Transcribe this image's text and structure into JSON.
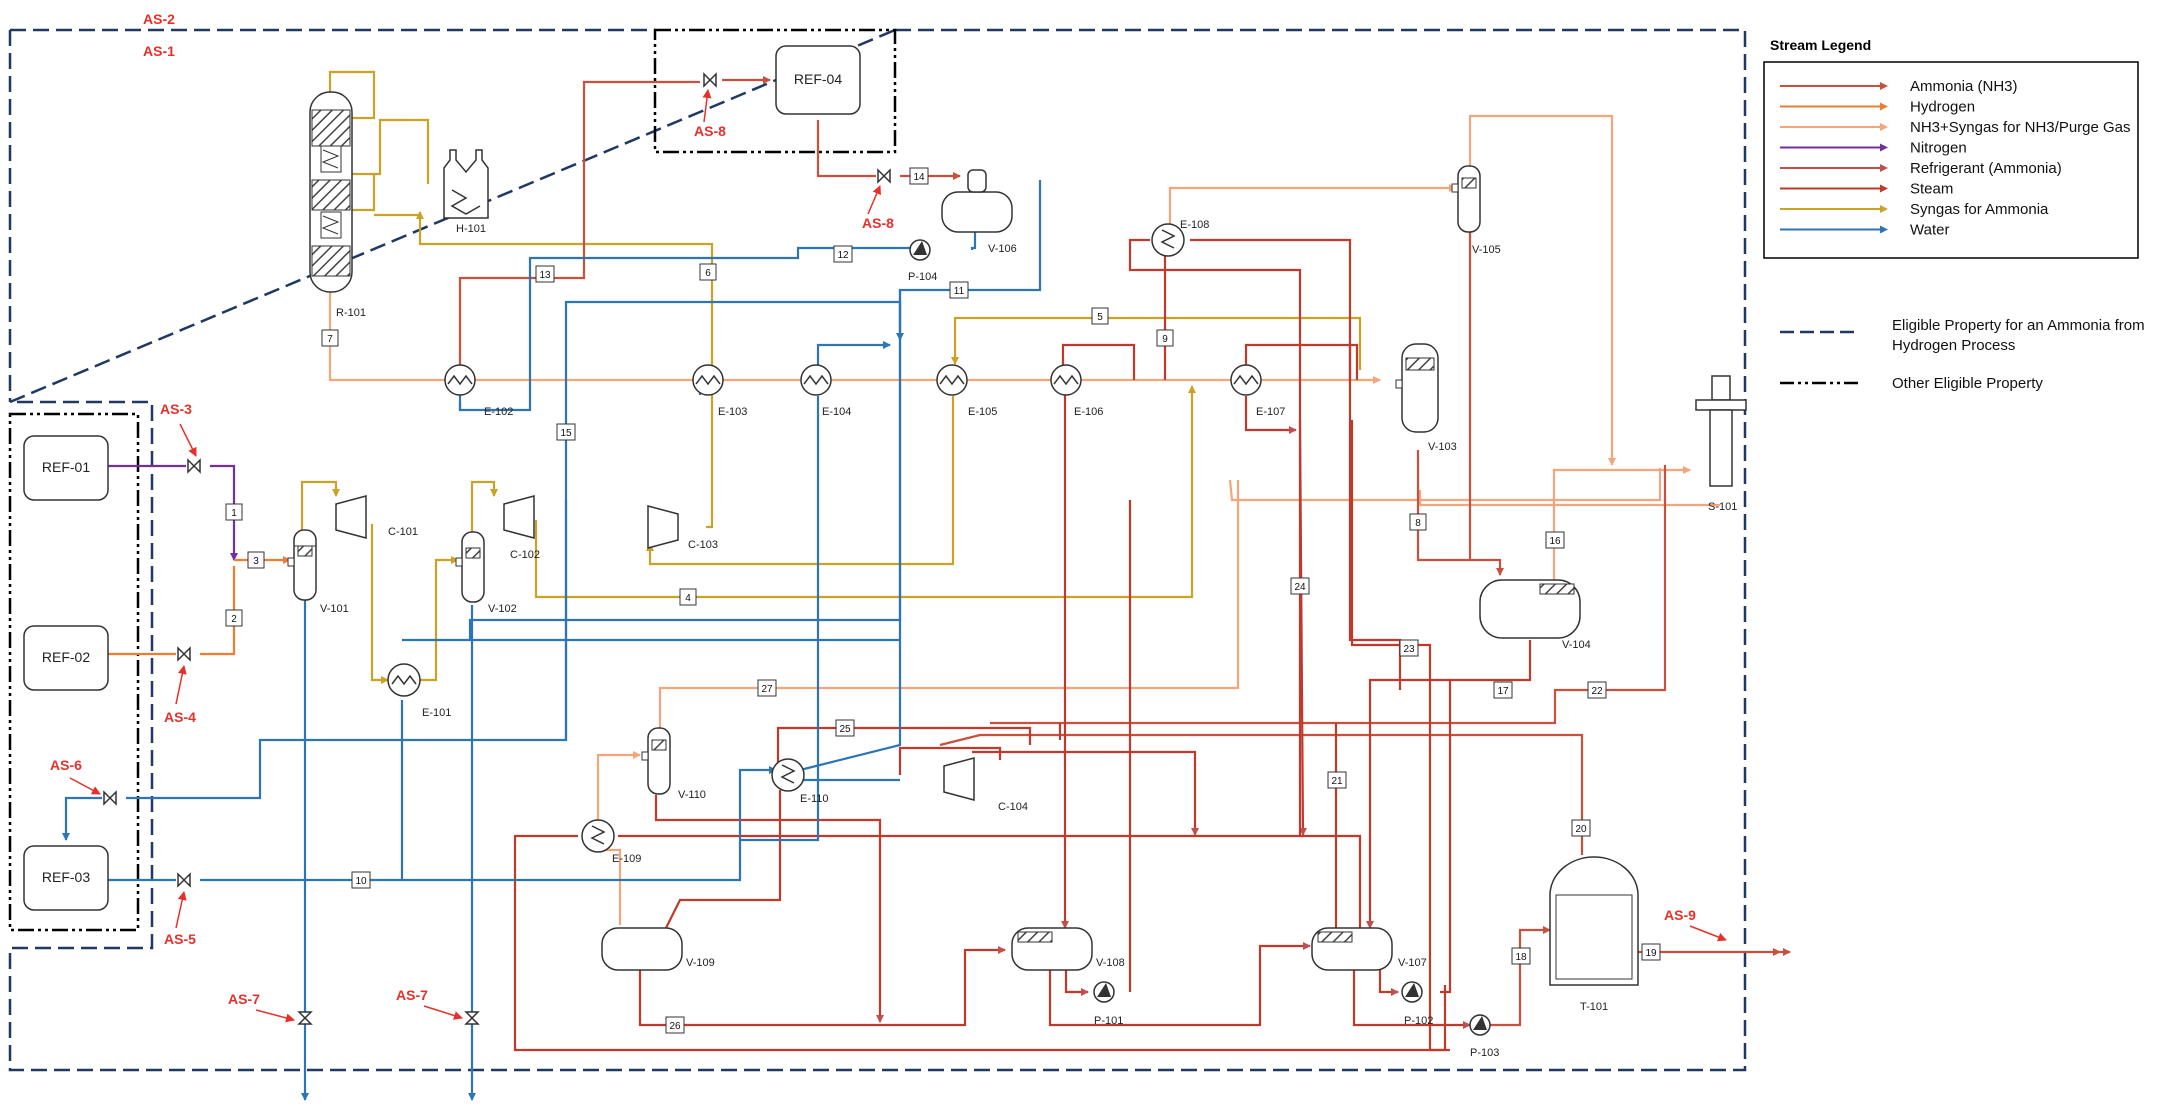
{
  "colors": {
    "ammonia": "#c8503c",
    "hydrogen": "#ed7d31",
    "purge": "#f4a57a",
    "nitrogen": "#7030a0",
    "refrigerant": "#c0504d",
    "steam": "#c0392b",
    "syngas": "#c9a227",
    "water": "#2e75b6",
    "boundary_blue": "#1f3864",
    "annotation_red": "#e8302a"
  },
  "boundaries": {
    "as2_label": "AS-2",
    "as1_label": "AS-1"
  },
  "refs": {
    "ref01": "REF-01",
    "ref02": "REF-02",
    "ref03": "REF-03",
    "ref04": "REF-04"
  },
  "equipment": {
    "r101": "R-101",
    "h101": "H-101",
    "e101": "E-101",
    "e102": "E-102",
    "e103": "E-103",
    "e104": "E-104",
    "e105": "E-105",
    "e106": "E-106",
    "e107": "E-107",
    "e108": "E-108",
    "e109": "E-109",
    "e110": "E-110",
    "v101": "V-101",
    "v102": "V-102",
    "v103": "V-103",
    "v104": "V-104",
    "v105": "V-105",
    "v106": "V-106",
    "v107": "V-107",
    "v108": "V-108",
    "v109": "V-109",
    "v110": "V-110",
    "c101": "C-101",
    "c102": "C-102",
    "c103": "C-103",
    "c104": "C-104",
    "p101": "P-101",
    "p102": "P-102",
    "p103": "P-103",
    "p104": "P-104",
    "s101": "S-101",
    "t101": "T-101"
  },
  "annotations": {
    "as3": "AS-3",
    "as4": "AS-4",
    "as5": "AS-5",
    "as6": "AS-6",
    "as7a": "AS-7",
    "as7b": "AS-7",
    "as8a": "AS-8",
    "as8b": "AS-8",
    "as9": "AS-9"
  },
  "streams": {
    "s1": "1",
    "s2": "2",
    "s3": "3",
    "s4": "4",
    "s5": "5",
    "s6": "6",
    "s7": "7",
    "s8": "8",
    "s9": "9",
    "s10": "10",
    "s11": "11",
    "s12": "12",
    "s13": "13",
    "s14": "14",
    "s15": "15",
    "s16": "16",
    "s17": "17",
    "s18": "18",
    "s19": "19",
    "s20": "20",
    "s21": "21",
    "s22": "22",
    "s23": "23",
    "s24": "24",
    "s25": "25",
    "s26": "26",
    "s27": "27"
  },
  "legend": {
    "title": "Stream Legend",
    "items": [
      {
        "label": "Ammonia (NH3)",
        "color": "#c8503c"
      },
      {
        "label": "Hydrogen",
        "color": "#ed7d31"
      },
      {
        "label": "NH3+Syngas for NH3/Purge Gas",
        "color": "#f4a57a"
      },
      {
        "label": "Nitrogen",
        "color": "#7030a0"
      },
      {
        "label": "Refrigerant (Ammonia)",
        "color": "#c0504d"
      },
      {
        "label": "Steam",
        "color": "#c0392b"
      },
      {
        "label": "Syngas for Ammonia",
        "color": "#c9a227"
      },
      {
        "label": "Water",
        "color": "#2e75b6"
      }
    ]
  },
  "boundary_legend": {
    "eligible_line1": "Eligible Property for an Ammonia from",
    "eligible_line2": "Hydrogen Process",
    "other": "Other Eligible Property"
  }
}
